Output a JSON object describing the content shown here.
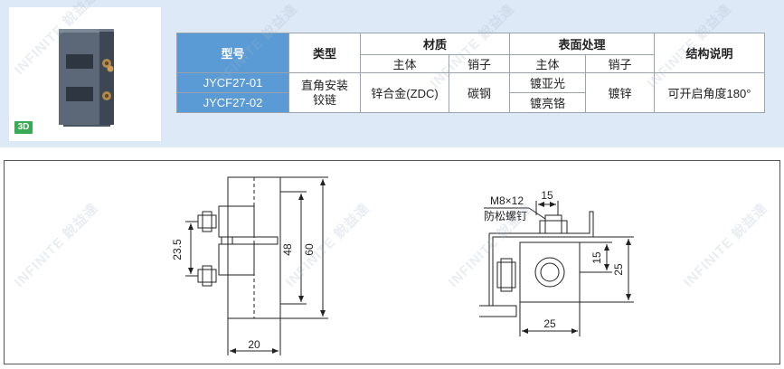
{
  "product_badge": "3D",
  "table": {
    "headers": {
      "model": "型号",
      "type": "类型",
      "material": "材质",
      "material_body": "主体",
      "material_pin": "销子",
      "surface": "表面处理",
      "surface_body": "主体",
      "surface_pin": "销子",
      "description": "结构说明"
    },
    "rows": [
      {
        "model": "JYCF27-01",
        "surface_body": "镀亚光"
      },
      {
        "model": "JYCF27-02",
        "surface_body": "镀亮铬"
      }
    ],
    "shared": {
      "type": "直角安装铰链",
      "material_body": "锌合金(ZDC)",
      "material_pin": "碳钢",
      "surface_pin": "镀锌",
      "description": "可开启角度180°"
    }
  },
  "drawing_front": {
    "dim_height_total": "60",
    "dim_height_inner": "48",
    "dim_pitch": "23.5",
    "dim_width": "20"
  },
  "drawing_side": {
    "screw_label_1": "M8×12",
    "screw_label_2": "防松螺钉",
    "dim_top": "15",
    "dim_right_small": "15",
    "dim_right_total": "25",
    "dim_bottom": "25"
  },
  "watermark": "INFINITE 銳益達"
}
